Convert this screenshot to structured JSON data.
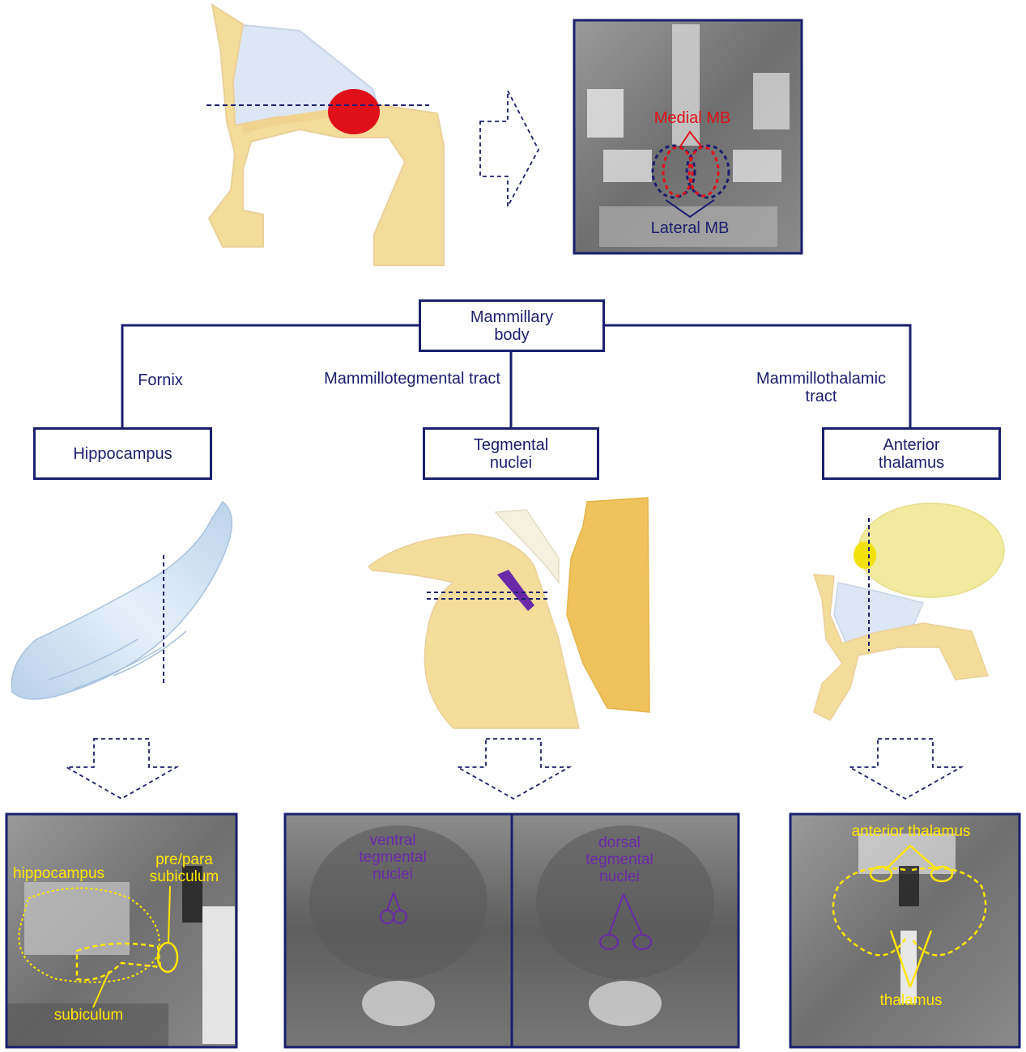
{
  "colors": {
    "navy": "#1a1f6e",
    "red_mb": "#e0101a",
    "tissue_yellow": "#f4dc9a",
    "ventricle_blue": "#dde6f4",
    "hippocampus_blue": "#c9dcef",
    "tegmental_purple": "#6a2aa8",
    "mri_yellow": "#ffe600",
    "thalamus_yellow": "#efe88f"
  },
  "top": {
    "mri_labels": {
      "medial": "Medial MB",
      "lateral": "Lateral MB"
    }
  },
  "hierarchy": {
    "root": "Mammillary body",
    "branches": [
      {
        "edge_label": "Fornix",
        "target": "Hippocampus"
      },
      {
        "edge_label": "Mammillotegmental tract",
        "target": "Tegmental nuclei"
      },
      {
        "edge_label": "Mammillothalamic tract",
        "target": "Anterior thalamus"
      }
    ]
  },
  "bottom": {
    "hippocampus_labels": {
      "hippocampus": "hippocampus",
      "presubiculum": "pre/para subiculum",
      "subiculum": "subiculum"
    },
    "tegmental_labels": {
      "ventral": "ventral tegmental nuclei",
      "dorsal": "dorsal tegmental nuclei"
    },
    "thalamus_labels": {
      "anterior": "anterior thalamus",
      "thalamus": "thalamus"
    }
  }
}
